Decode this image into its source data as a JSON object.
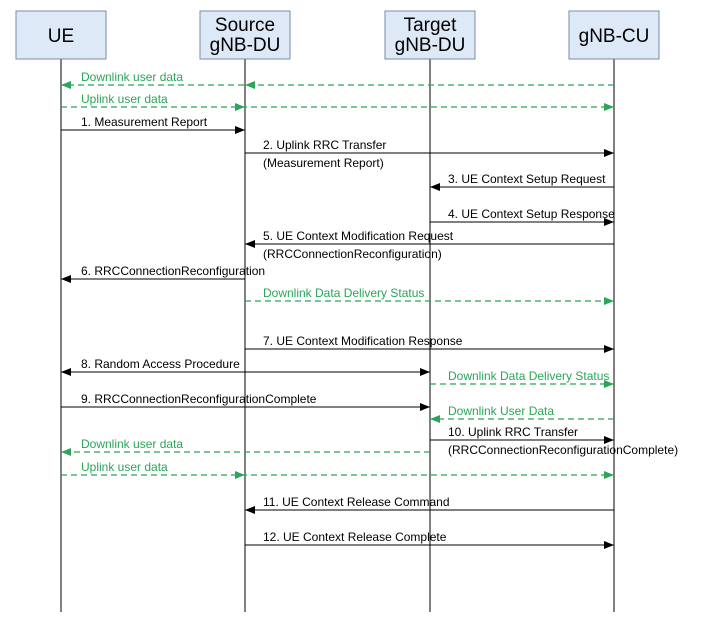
{
  "colors": {
    "control": "#000000",
    "user_plane": "#2aa55a",
    "node_fill": "#dde9f6",
    "node_border": "#7a8ea5"
  },
  "nodes": [
    {
      "key": "ue",
      "lines": [
        "UE"
      ]
    },
    {
      "key": "src",
      "lines": [
        "Source",
        "gNB-DU"
      ]
    },
    {
      "key": "tgt",
      "lines": [
        "Target",
        "gNB-DU"
      ]
    },
    {
      "key": "cu",
      "lines": [
        "gNB-CU"
      ]
    }
  ],
  "messages": [
    {
      "from": "cu",
      "to": "ue",
      "style": "dashed",
      "label": [
        "Downlink user data"
      ],
      "arrows": "mid-end"
    },
    {
      "from": "ue",
      "to": "cu",
      "style": "dashed",
      "label": [
        "Uplink user data"
      ],
      "arrows": "mid-end"
    },
    {
      "from": "ue",
      "to": "src",
      "style": "solid",
      "label": [
        "1. Measurement Report"
      ]
    },
    {
      "from": "src",
      "to": "cu",
      "style": "solid",
      "label": [
        "2. Uplink RRC Transfer",
        "(Measurement Report)"
      ]
    },
    {
      "from": "cu",
      "to": "tgt",
      "style": "solid",
      "label": [
        "3. UE Context Setup Request"
      ]
    },
    {
      "from": "tgt",
      "to": "cu",
      "style": "solid",
      "label": [
        "4. UE Context Setup Response"
      ]
    },
    {
      "from": "cu",
      "to": "src",
      "style": "solid",
      "label": [
        "5. UE Context Modification Request",
        "(RRCConnectionReconfiguration)"
      ]
    },
    {
      "from": "src",
      "to": "ue",
      "style": "solid",
      "label": [
        "6. RRCConnectionReconfiguration"
      ]
    },
    {
      "from": "src",
      "to": "cu",
      "style": "dashed",
      "label": [
        "Downlink Data Delivery Status"
      ]
    },
    {
      "from": "src",
      "to": "cu",
      "style": "solid",
      "label": [
        "7. UE Context Modification Response"
      ]
    },
    {
      "from": "ue",
      "to": "tgt",
      "style": "solid",
      "label": [
        "8. Random Access Procedure"
      ],
      "arrows": "both"
    },
    {
      "from": "tgt",
      "to": "cu",
      "style": "dashed",
      "label": [
        "Downlink Data Delivery Status"
      ]
    },
    {
      "from": "ue",
      "to": "tgt",
      "style": "solid",
      "label": [
        "9. RRCConnectionReconfigurationComplete"
      ]
    },
    {
      "from": "cu",
      "to": "tgt",
      "style": "dashed",
      "label": [
        "Downlink User Data"
      ]
    },
    {
      "from": "tgt",
      "to": "cu",
      "style": "solid",
      "label": [
        "10. Uplink RRC Transfer",
        "(RRCConnectionReconfigurationComplete)"
      ]
    },
    {
      "from": "tgt",
      "to": "ue",
      "style": "dashed",
      "label": [
        "Downlink user data"
      ]
    },
    {
      "from": "ue",
      "to": "cu",
      "style": "dashed",
      "label": [
        "Uplink user data"
      ],
      "arrows": "mid-end"
    },
    {
      "from": "cu",
      "to": "src",
      "style": "solid",
      "label": [
        "11. UE Context Release Command"
      ]
    },
    {
      "from": "src",
      "to": "cu",
      "style": "solid",
      "label": [
        "12. UE Context Release Complete"
      ]
    }
  ]
}
